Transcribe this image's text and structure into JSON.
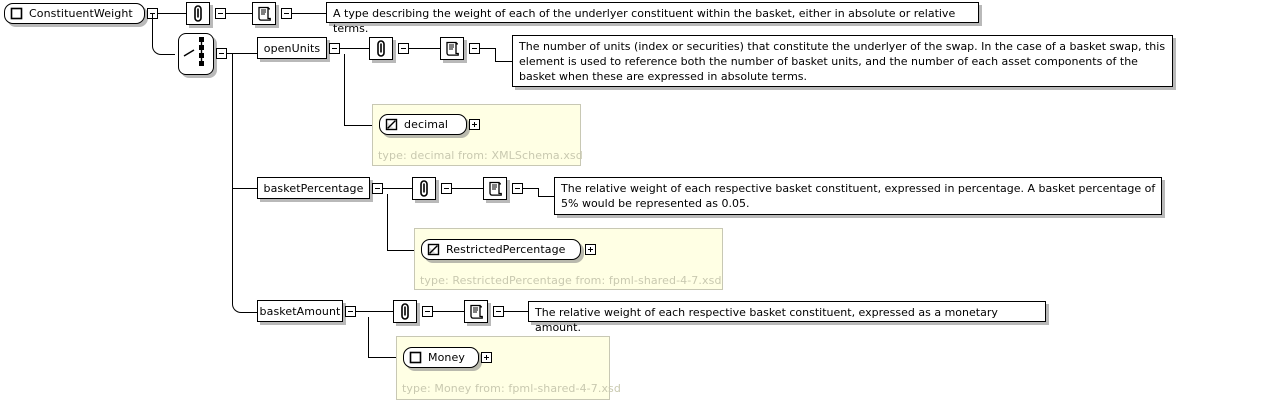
{
  "diagram": {
    "kind": "xsd-schema-diagram",
    "root": {
      "name": "ConstituentWeight",
      "icon": "complex-type-square-icon",
      "documentation": "A type describing the weight of each of the underlyer constituent within the basket, either in absolute or relative terms.",
      "annotation_icon": "paperclip-icon",
      "documentation_icon": "scroll-icon",
      "expander": "minus"
    },
    "compositor": {
      "kind": "choice",
      "icon": "choice-compositor-icon",
      "expander": "minus"
    },
    "elements": [
      {
        "name": "openUnits",
        "expander": "minus",
        "annotation_icon": "paperclip-icon",
        "documentation_icon": "scroll-icon",
        "documentation": "The number of units (index or securities) that constitute the underlyer of the swap. In the case of a basket swap, this element is used to reference both the number of basket units, and the number of each asset components of the basket when these are expressed in absolute terms.",
        "type": {
          "name": "decimal",
          "icon": "simple-type-pencil-icon",
          "expander": "plus",
          "caption": "type: decimal from: XMLSchema.xsd"
        }
      },
      {
        "name": "basketPercentage",
        "expander": "minus",
        "annotation_icon": "paperclip-icon",
        "documentation_icon": "scroll-icon",
        "documentation": "The relative weight of each respective basket constituent, expressed in percentage. A basket percentage of 5% would be represented as 0.05.",
        "type": {
          "name": "RestrictedPercentage",
          "icon": "simple-type-pencil-icon",
          "expander": "plus",
          "caption": "type: RestrictedPercentage from: fpml-shared-4-7.xsd"
        }
      },
      {
        "name": "basketAmount",
        "expander": "minus",
        "annotation_icon": "paperclip-icon",
        "documentation_icon": "scroll-icon",
        "documentation": "The relative weight of each respective basket constituent, expressed as a monetary amount.",
        "type": {
          "name": "Money",
          "icon": "complex-type-square-icon",
          "expander": "plus",
          "caption": "type: Money from: fpml-shared-4-7.xsd"
        }
      }
    ],
    "colors": {
      "line": "#000000",
      "box_fill": "#ffffff",
      "type_panel_fill": "#ffffe4",
      "type_panel_border": "#c8c8b4",
      "type_caption_text": "#c9c9b0",
      "shadow": "#808080"
    }
  }
}
